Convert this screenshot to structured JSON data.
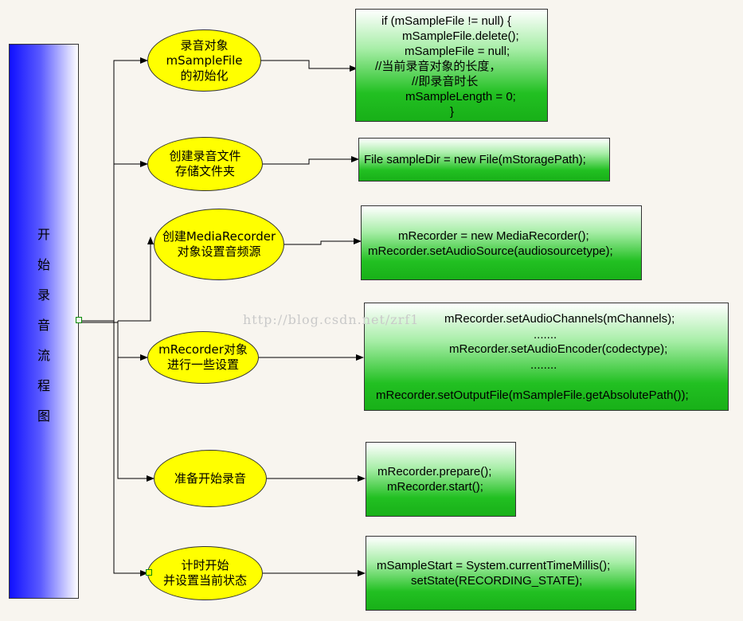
{
  "start": {
    "label": "开\n始\n录\n音\n流\n程\n图"
  },
  "steps": [
    {
      "label": "录音对象\nmSampleFile\n的初始化",
      "code": [
        "if (mSampleFile != null) {",
        "mSampleFile.delete();",
        "mSampleFile = null;",
        "//当前录音对象的长度，",
        "//即录音时长",
        "mSampleLength = 0;",
        "}"
      ]
    },
    {
      "label": "创建录音文件\n存储文件夹",
      "code": [
        "File sampleDir = new File(mStoragePath);"
      ]
    },
    {
      "label": "创建MediaRecorder\n对象设置音频源",
      "code": [
        "mRecorder = new MediaRecorder();",
        "mRecorder.setAudioSource(audiosourcetype);"
      ]
    },
    {
      "label": "mRecorder对象\n进行一些设置",
      "code": [
        "mRecorder.setAudioChannels(mChannels);",
        ".......",
        "mRecorder.setAudioEncoder(codectype);",
        "........",
        "mRecorder.setOutputFile(mSampleFile.getAbsolutePath());"
      ]
    },
    {
      "label": "准备开始录音",
      "code": [
        "mRecorder.prepare();",
        "mRecorder.start();"
      ]
    },
    {
      "label": "计时开始\n并设置当前状态",
      "code": [
        "mSampleStart = System.currentTimeMillis();",
        "setState(RECORDING_STATE);"
      ]
    }
  ],
  "watermark": "http://blog.csdn.net/zrf1"
}
